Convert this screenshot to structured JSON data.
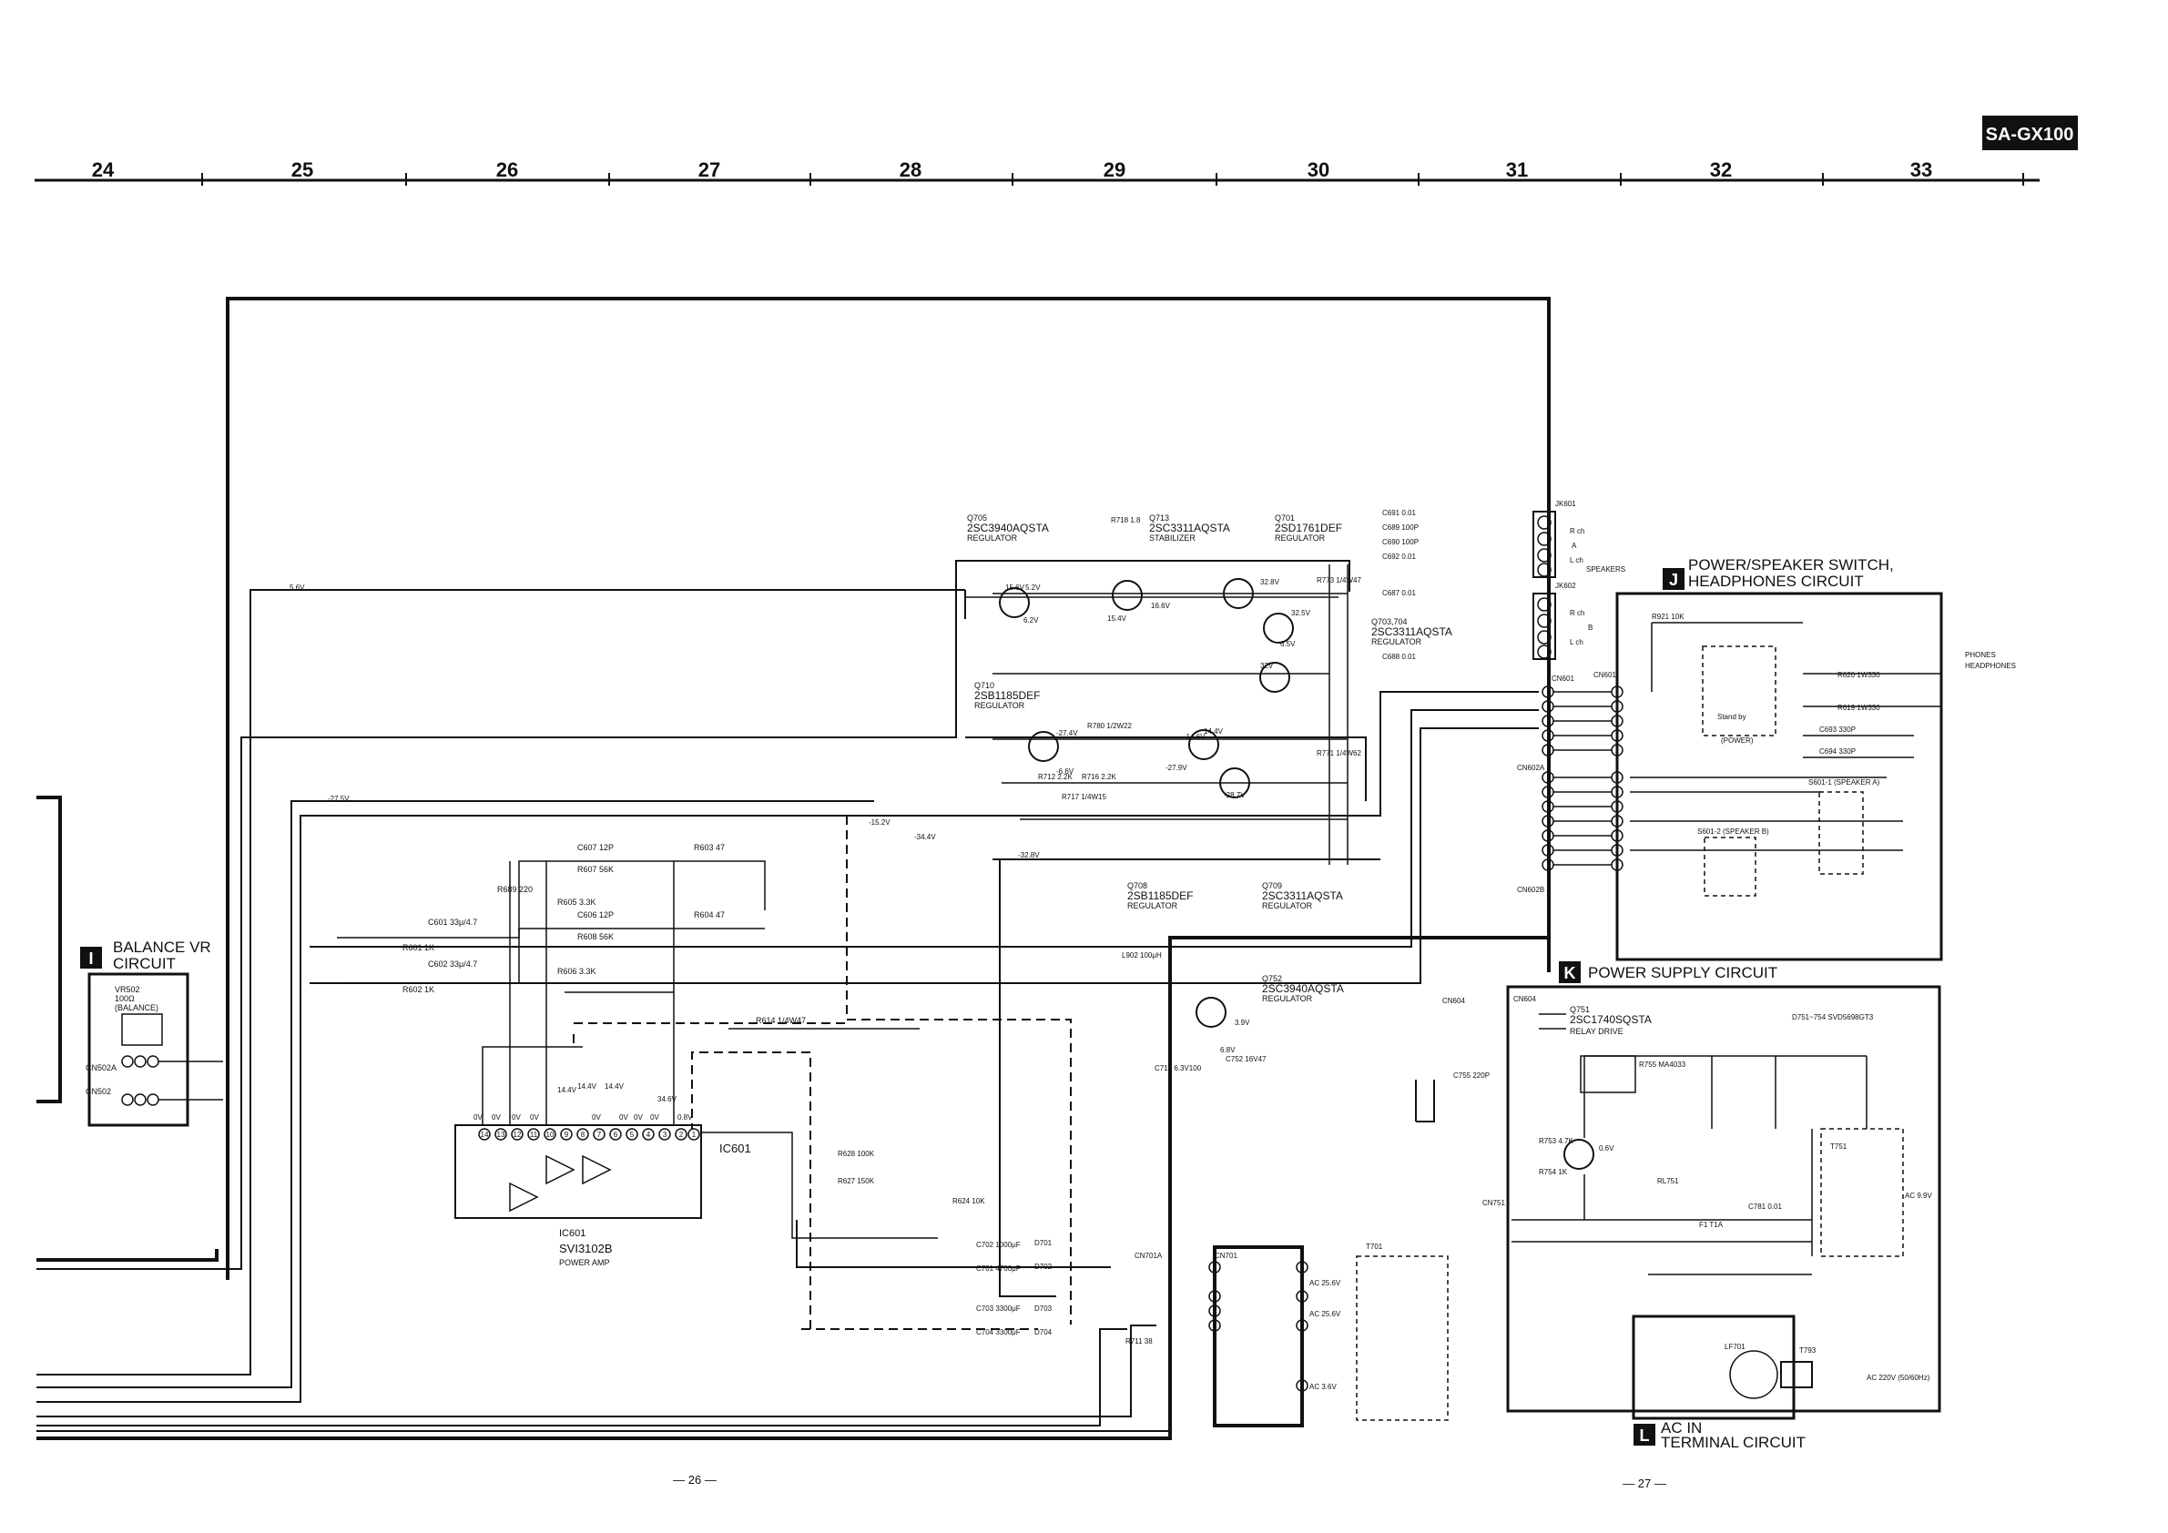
{
  "model_badge": "SA-GX100",
  "grid_columns": [
    "24",
    "25",
    "26",
    "27",
    "28",
    "29",
    "30",
    "31",
    "32",
    "33"
  ],
  "page_numbers": {
    "left": "— 26 —",
    "right": "— 27 —"
  },
  "blocks": {
    "I": {
      "letter": "I",
      "title_line1": "BALANCE VR",
      "title_line2": "CIRCUIT",
      "part": "VR502",
      "value": "100Ω",
      "note": "(BALANCE)",
      "cn_a": "CN502A",
      "cn_b": "CN502"
    },
    "J": {
      "letter": "J",
      "title_line1": "POWER/SPEAKER SWITCH,",
      "title_line2": "HEADPHONES CIRCUIT"
    },
    "K": {
      "letter": "K",
      "title_line1": "POWER SUPPLY CIRCUIT"
    },
    "L": {
      "letter": "L",
      "title_line1": "AC IN",
      "title_line2": "TERMINAL CIRCUIT"
    }
  },
  "transistors": [
    {
      "ref": "Q705",
      "part": "2SC3940AQSTA",
      "role": "REGULATOR"
    },
    {
      "ref": "Q713",
      "part": "2SC3311AQSTA",
      "role": "STABILIZER"
    },
    {
      "ref": "Q701",
      "part": "2SD1761DEF",
      "role": "REGULATOR"
    },
    {
      "ref": "Q703,704",
      "part": "2SC3311AQSTA",
      "role": "REGULATOR"
    },
    {
      "ref": "Q710",
      "part": "2SB1185DEF",
      "role": "REGULATOR"
    },
    {
      "ref": "Q708",
      "part": "2SB1185DEF",
      "role": "REGULATOR"
    },
    {
      "ref": "Q709",
      "part": "2SC3311AQSTA",
      "role": "REGULATOR"
    },
    {
      "ref": "Q752",
      "part": "2SC3940AQSTA",
      "role": "REGULATOR"
    },
    {
      "ref": "Q751",
      "part": "2SC1740SQSTA",
      "role": "RELAY DRIVE"
    }
  ],
  "ic": {
    "ref": "IC601",
    "part": "SVI3102B",
    "role": "POWER AMP"
  },
  "diodes_note": "D751~754 SVD5698GT3",
  "jacks": {
    "jk601": "JK601",
    "jk602": "JK602",
    "speakers": "SPEAKERS",
    "ch_r": "R ch",
    "ch_l": "L ch",
    "a": "A",
    "b": "B"
  },
  "connectors": [
    "CN601",
    "CN602A",
    "CN602B",
    "CN604",
    "CN701A",
    "CN701",
    "CN751"
  ],
  "caps_top": [
    "C691 0.01",
    "C689 100P",
    "C690 100P",
    "C692 0.01",
    "C687 0.01",
    "C688 0.01"
  ],
  "resistors_amp": [
    "C607 12P",
    "R603 47",
    "R607 56K",
    "C606 12P",
    "R604 47",
    "R608 56K",
    "R601 1K",
    "R602 1K",
    "C601 33μ/4.7",
    "C602 33μ/4.7",
    "R689 220",
    "R605 3.3K",
    "R606 3.3K",
    "R614 1/4W47"
  ],
  "labels_j": [
    "R921 10K",
    "R620 1W330",
    "R619 1W330",
    "C693 330P",
    "C694 330P",
    "S601-1 (SPEAKER A)",
    "S601-2 (SPEAKER B)",
    "(POWER)",
    "Stand by",
    "PHONES",
    "HEADPHONES"
  ],
  "labels_k": [
    "C713 6.3V100",
    "C752 16V47",
    "C755 220P",
    "R753 4.7K",
    "R754 1K",
    "RL751",
    "T751",
    "AC 9.9V",
    "F1 T1A",
    "C781 0.01",
    "R755 MA4033"
  ],
  "labels_l": [
    "LF701",
    "T793",
    "AC 220V (50/60Hz)"
  ],
  "transformer": {
    "ref": "T701",
    "taps": [
      "AC 25.6V",
      "AC 25.6V",
      "AC 3.6V"
    ]
  },
  "voltages": [
    "5.6V",
    "-27.5V",
    "-15.2V",
    "-34.4V",
    "-32.8V",
    "-28.7V",
    "-27.4V",
    "15.6V",
    "32.8V",
    "32.5V",
    "6.5V",
    "5.2V",
    "6.2V",
    "16.6V",
    "15.4V",
    "-6.6V",
    "14.4V",
    "-14.6V",
    "-27.9V",
    "6.8V",
    "3.9V",
    "0.6V",
    "32V"
  ],
  "ic_pins": [
    "14",
    "13",
    "12",
    "11",
    "10",
    "9",
    "8",
    "7",
    "6",
    "5",
    "4",
    "3",
    "2",
    "1"
  ],
  "pin_row": [
    "0V",
    "0V",
    "0V",
    "0V",
    "14.4V",
    "14.4V",
    "0V",
    "14.4V",
    "0V",
    "0V",
    "0V",
    "34.6V",
    "0.8V"
  ],
  "misc_labels": [
    "L902 100μH",
    "R712 2.2K",
    "R716 2.2K",
    "R717 1/4W15",
    "R780 1/2W22",
    "R718 1.8",
    "R773 1/4W47",
    "R771 1/4W62",
    "R711 38",
    "R624 10K",
    "R627 150K",
    "R628 100K",
    "D701",
    "D702",
    "D703",
    "D704",
    "C702 1000μF",
    "C701 4700μF",
    "C703 3300μF",
    "C704 3300μF"
  ]
}
